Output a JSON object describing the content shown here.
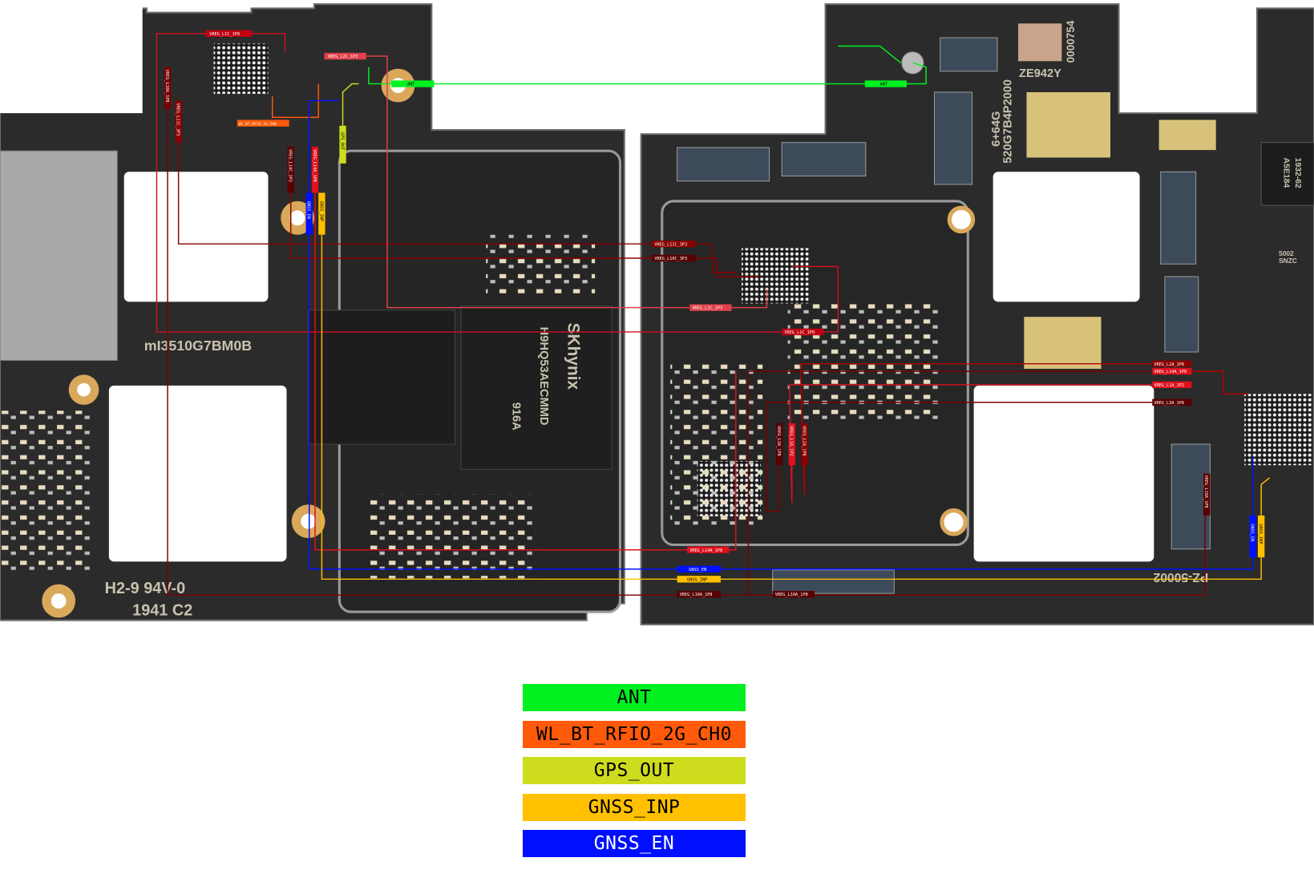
{
  "legend": [
    {
      "name": "ANT",
      "color": "#00f020",
      "text_color": "#000000"
    },
    {
      "name": "WL_BT_RFIO_2G_CH0",
      "color": "#ff5a0a",
      "text_color": "#000000"
    },
    {
      "name": "GPS_OUT",
      "color": "#cddc1c",
      "text_color": "#000000"
    },
    {
      "name": "GNSS_INP",
      "color": "#ffc000",
      "text_color": "#000000"
    },
    {
      "name": "GNSS_EN",
      "color": "#0010ff",
      "text_color": "#ffffff"
    }
  ],
  "nets": {
    "ant": "ANT",
    "wl_bt": "WL_BT_RFIO_2G_CH0",
    "gps_out": "GPS_OUT",
    "gnss_inp": "GNSS_INP",
    "gnss_en": "GNSS_EN",
    "l1c_1p8": "VREG_L1C_1P8",
    "l2c_1p3": "VREG_L2C_1P3",
    "l11c_3p3": "VREG_L11C_3P3",
    "l10c_3p3": "VREG_L10C_3P3",
    "l18a_1p8": "VREG_L18A_1P8",
    "l14a_1p8": "VREG_L14A_1P8",
    "l10a_1p8": "VREG_L10A_1P8",
    "l2a_1p8": "VREG_L2A_1P8",
    "l1a_1p2": "VREG_L1A_1P2",
    "l3a_1p8": "VREG_L3A_1P8"
  },
  "colors": {
    "dark_red": "#7a0000",
    "red": "#e0101c",
    "mid_red": "#b40000"
  },
  "markings": {
    "board_id": "mI3510G7BM0B",
    "rating": "H2-9 94V-0",
    "date": "1941 C2",
    "mem_brand": "SKhynix",
    "mem_part": "H9HQ53AECMMD",
    "mem_code": "916A",
    "serial": "ZE942Y",
    "serial2": "0000754",
    "config": "6+64G",
    "board_no": "520G7B4P2000",
    "pz": "PZ-50002",
    "chip1": "1932-62",
    "chip2": "A5E184",
    "chip3": "5002",
    "chip4": "SNZC"
  }
}
